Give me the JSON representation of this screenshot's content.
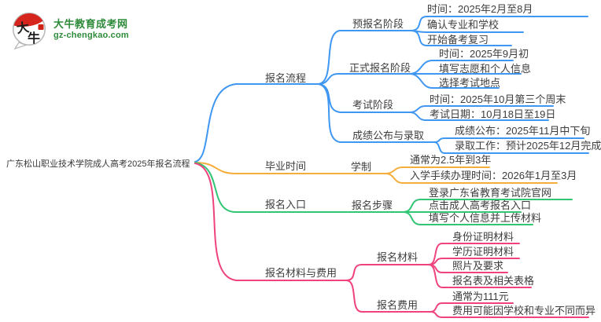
{
  "logo": {
    "brand": "大牛教育成考网",
    "domain": "gz-chengkao.com",
    "mark_char_top": "大",
    "mark_char_bottom": "牛"
  },
  "colors": {
    "blue": "#3f97f2",
    "orange": "#f5ad3b",
    "green": "#32c573",
    "pink": "#f0437e",
    "brand_green": "#2e8b3a",
    "seal_red": "#d6251d",
    "text": "#3d3d3d"
  },
  "root": {
    "label": "广东松山职业技术学院成人高考2025年报名流程"
  },
  "branches": [
    {
      "label": "报名流程",
      "children": [
        {
          "label": "预报名阶段",
          "children": [
            {
              "label": "时间：2025年2月至8月"
            },
            {
              "label": "确认专业和学校"
            },
            {
              "label": "开始备考复习"
            }
          ]
        },
        {
          "label": "正式报名阶段",
          "children": [
            {
              "label": "时间：2025年9月初"
            },
            {
              "label": "填写志愿和个人信息"
            },
            {
              "label": "选择考试地点"
            }
          ]
        },
        {
          "label": "考试阶段",
          "children": [
            {
              "label": "时间：2025年10月第三个周末"
            },
            {
              "label": "考试日期：10月18日至19日"
            }
          ]
        },
        {
          "label": "成绩公布与录取",
          "children": [
            {
              "label": "成绩公布：2025年11月中下旬"
            },
            {
              "label": "录取工作：预计2025年12月完成"
            }
          ]
        }
      ]
    },
    {
      "label": "毕业时间",
      "children": [
        {
          "label": "学制",
          "children": [
            {
              "label": "通常为2.5年到3年"
            },
            {
              "label": "入学手续办理时间：2026年1月至3月"
            }
          ]
        }
      ]
    },
    {
      "label": "报名入口",
      "children": [
        {
          "label": "报名步骤",
          "children": [
            {
              "label": "登录广东省教育考试院官网"
            },
            {
              "label": "点击成人高考报名入口"
            },
            {
              "label": "填写个人信息并上传材料"
            }
          ]
        }
      ]
    },
    {
      "label": "报名材料与费用",
      "children": [
        {
          "label": "报名材料",
          "children": [
            {
              "label": "身份证明材料"
            },
            {
              "label": "学历证明材料"
            },
            {
              "label": "照片及要求"
            },
            {
              "label": "报名表及相关表格"
            }
          ]
        },
        {
          "label": "报名费用",
          "children": [
            {
              "label": "通常为111元"
            },
            {
              "label": "费用可能因学校和专业不同而异"
            }
          ]
        }
      ]
    }
  ]
}
